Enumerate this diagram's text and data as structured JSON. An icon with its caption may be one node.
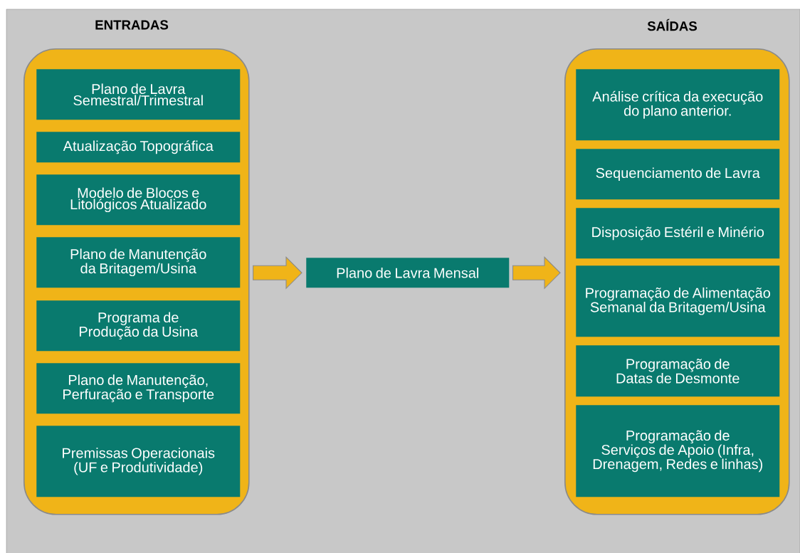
{
  "diagram": {
    "nodes": [
      {
        "text": [
          "ENTRADAS"
        ]
      },
      {
        "text": [
          "Plano de Lavra Semestral/Trimestral"
        ],
        "in": 0
      },
      {
        "text": [
          "Atualização Topográfica"
        ],
        "in": 0
      },
      {
        "text": [
          "Modelo de Blocos e Litológicos Atualizado"
        ],
        "in": 0
      },
      {
        "text": [
          "Plano de Manutenção da Britagem/Usina"
        ],
        "in": 0
      },
      {
        "text": [
          "Programa de Produção da Usina"
        ],
        "in": 0
      },
      {
        "text": [
          "Plano de Manutenção, Perfuração e Transporte"
        ],
        "in": 0
      },
      {
        "text": [
          "Premissas Operacionais (UF e Produtividade)"
        ],
        "in": 0
      },
      {
        "text": [
          "Plano de Lavra Mensal"
        ]
      },
      {
        "text": [
          "SAÍDAS"
        ]
      },
      {
        "text": [
          "Análise crítica da execução do plano anterior."
        ],
        "in": 9
      },
      {
        "text": [
          "Sequenciamento de Lavra"
        ],
        "in": 9
      },
      {
        "text": [
          "Disposição Estéril e Minério"
        ],
        "in": 9
      },
      {
        "text": [
          "Programação de Alimentação Semanal da Britagem/Usina"
        ],
        "in": 9
      },
      {
        "text": [
          "Programação de Datas de Desmonte"
        ],
        "in": 9
      },
      {
        "text": [
          "Programação de Serviços de Apoio (Infra, Drenagem, Redes e linhas)"
        ],
        "in": 9
      }
    ],
    "edges": [
      {
        "from": 0,
        "to": 8,
        "arrow": "to"
      },
      {
        "from": 8,
        "to": 9,
        "arrow": "to"
      }
    ]
  }
}
